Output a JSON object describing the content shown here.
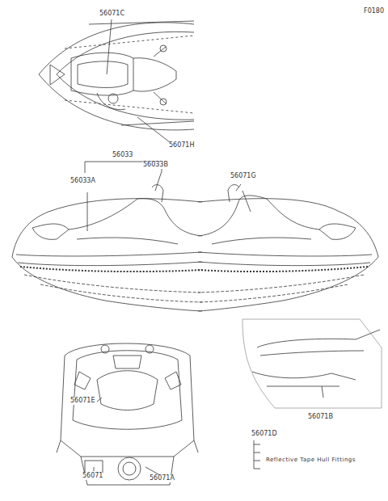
{
  "diagram": {
    "labels": [
      "F0180",
      "56071C",
      "56071H",
      "56033",
      "56033A",
      "56033B",
      "56071G",
      "56071E",
      "56071",
      "56071A",
      "56071B",
      "56071D",
      "Reflective Tape Hull Fittings"
    ]
  }
}
